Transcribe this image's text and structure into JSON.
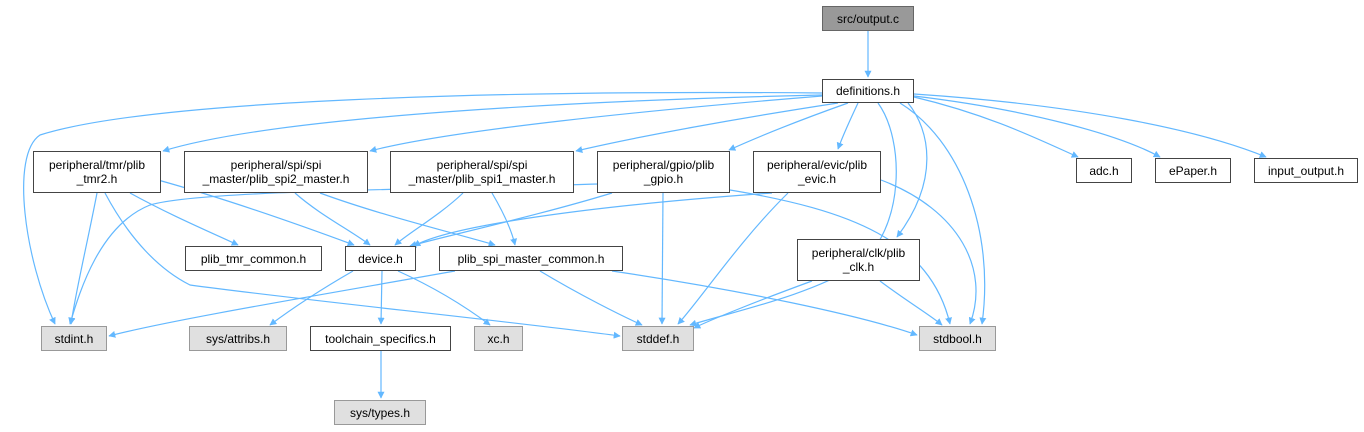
{
  "graph": {
    "edge_color": "#63b8ff",
    "nodes": {
      "output_c": "src/output.c",
      "definitions_h": "definitions.h",
      "plib_tmr2_h": "peripheral/tmr/plib\n_tmr2.h",
      "plib_spi2_master_h": "peripheral/spi/spi\n_master/plib_spi2_master.h",
      "plib_spi1_master_h": "peripheral/spi/spi\n_master/plib_spi1_master.h",
      "plib_gpio_h": "peripheral/gpio/plib\n_gpio.h",
      "plib_evic_h": "peripheral/evic/plib\n_evic.h",
      "adc_h": "adc.h",
      "epaper_h": "ePaper.h",
      "input_output_h": "input_output.h",
      "plib_tmr_common_h": "plib_tmr_common.h",
      "device_h": "device.h",
      "plib_spi_master_common_h": "plib_spi_master_common.h",
      "plib_clk_h": "peripheral/clk/plib\n_clk.h",
      "stdint_h": "stdint.h",
      "sys_attribs_h": "sys/attribs.h",
      "toolchain_specifics_h": "toolchain_specifics.h",
      "xc_h": "xc.h",
      "stddef_h": "stddef.h",
      "stdbool_h": "stdbool.h",
      "sys_types_h": "sys/types.h"
    }
  }
}
